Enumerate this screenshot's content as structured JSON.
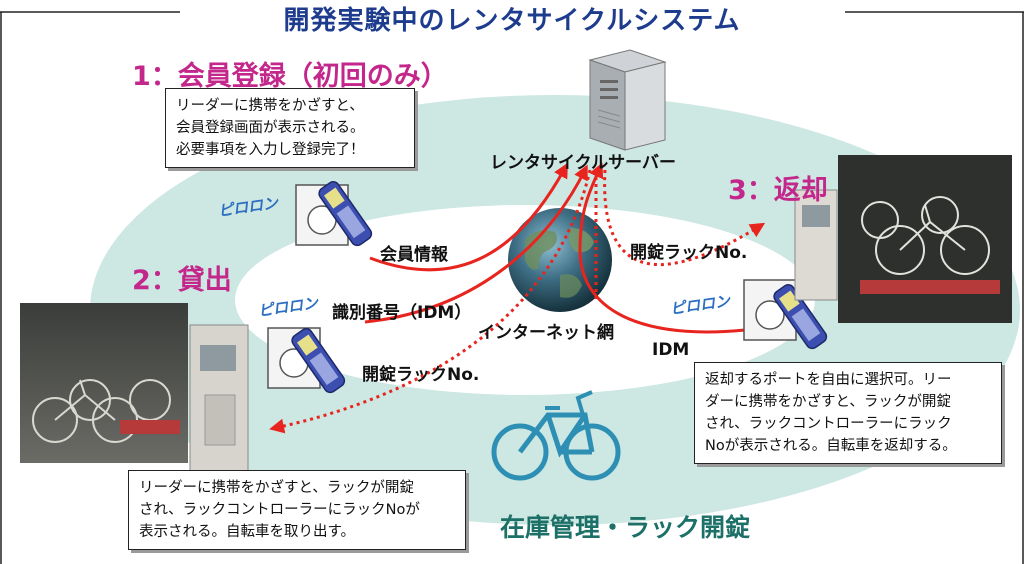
{
  "title": "開発実験中のレンタサイクルシステム",
  "steps": {
    "registration": "1：会員登録（初回のみ）",
    "rental": "2：貸出",
    "return": "3：返却"
  },
  "beep_sound": "ピロロン",
  "server_label": "レンタサイクルサーバー",
  "internet_label": "インターネット網",
  "flows": {
    "member_info": "会員情報",
    "id_number": "識別番号（IDM）",
    "lock_rack_rental": "開錠ラックNo.",
    "lock_rack_return": "開錠ラックNo.",
    "idm": "IDM"
  },
  "notes": {
    "registration": [
      "リーダーに携帯をかざすと、",
      "会員登録画面が表示される。",
      "必要事項を入力し登録完了！"
    ],
    "rental": [
      "リーダーに携帯をかざすと、ラックが開錠",
      "され、ラックコントローラーにラックNoが",
      "表示される。自転車を取り出す。"
    ],
    "return": [
      "返却するポートを自由に選択可。リー",
      "ダーに携帯をかざすと、ラックが開錠",
      "され、ラックコントローラーにラック",
      "Noが表示される。自転車を返却する。"
    ]
  },
  "bottom_label": "在庫管理・ラック開錠",
  "colors": {
    "title": "#1d3c8e",
    "step": "#c4278b",
    "ellipse": "#cde7e2",
    "arrow": "#e8241f",
    "beep": "#2d6fc0",
    "bottom": "#1c7068",
    "bicycle": "#2e8fb4"
  }
}
